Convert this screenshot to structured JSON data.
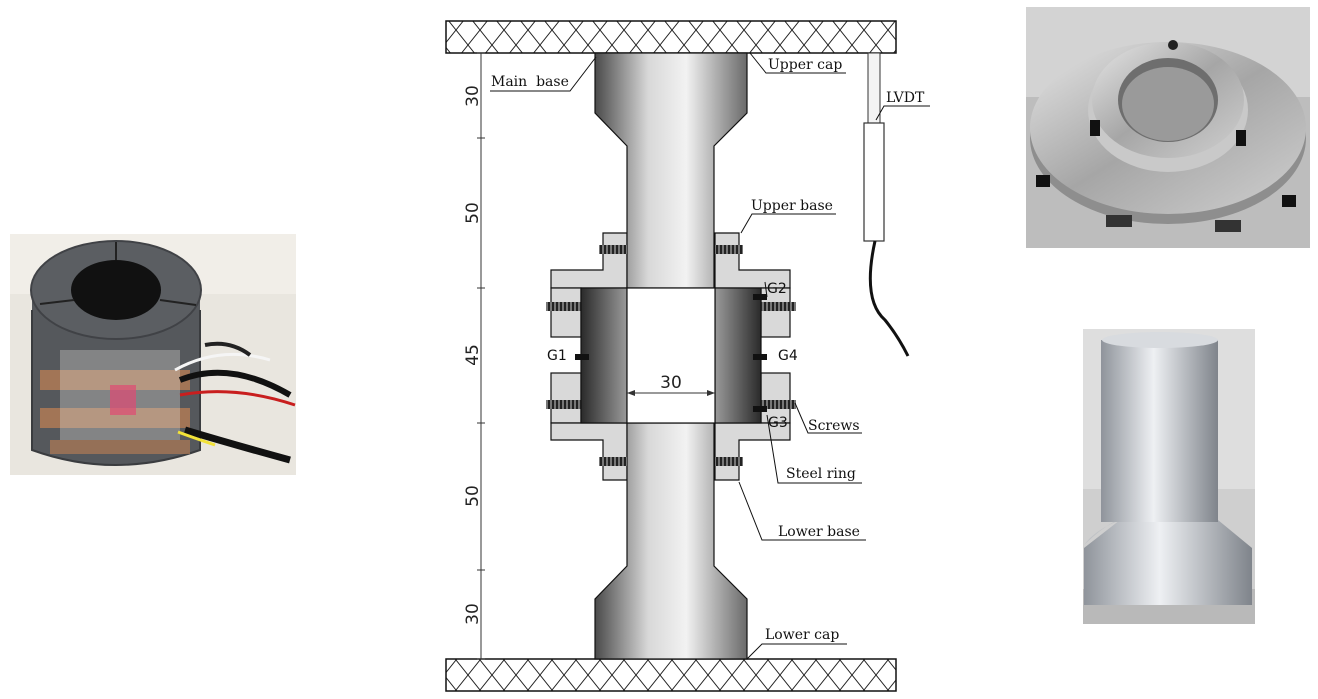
{
  "labels": {
    "main_base": "Main  base",
    "upper_cap": "Upper cap",
    "lvdt": "LVDT",
    "upper_base": "Upper base",
    "g1": "G1",
    "g2": "G2",
    "g3": "G3",
    "g4": "G4",
    "screws": "Screws",
    "steel_ring": "Steel ring",
    "lower_base": "Lower base",
    "lower_cap": "Lower cap"
  },
  "dimensions": {
    "d_top": "30",
    "d_upper": "50",
    "d_middle": "45",
    "d_lower": "50",
    "d_bottom": "30",
    "d_width": "30"
  },
  "photos": {
    "left": "strain-gauged-sleeve-photo",
    "top_right": "upper-base-ring-photo",
    "bottom_right": "main-base-photo"
  }
}
